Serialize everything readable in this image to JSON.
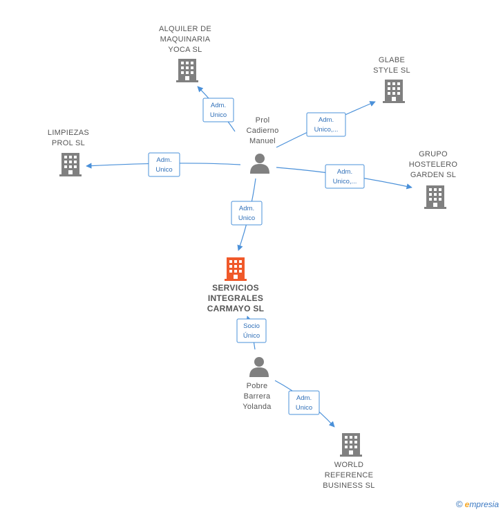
{
  "colors": {
    "building": "#808080",
    "building_main": "#f0592a",
    "person": "#808080",
    "edge": "#4a90d9"
  },
  "nodes": [
    {
      "id": "alquiler",
      "kind": "company",
      "lines": [
        "ALQUILER DE",
        "MAQUINARIA",
        "YOCA SL"
      ]
    },
    {
      "id": "glabe",
      "kind": "company",
      "lines": [
        "GLABE",
        "STYLE SL"
      ]
    },
    {
      "id": "limpiezas",
      "kind": "company",
      "lines": [
        "LIMPIEZAS",
        "PROL SL"
      ]
    },
    {
      "id": "grupo",
      "kind": "company",
      "lines": [
        "GRUPO",
        "HOSTELERO",
        "GARDEN SL"
      ]
    },
    {
      "id": "prol",
      "kind": "person",
      "lines": [
        "Prol",
        "Cadierno",
        "Manuel"
      ]
    },
    {
      "id": "servicios",
      "kind": "company-main",
      "lines": [
        "SERVICIOS",
        "INTEGRALES",
        "CARMAYO SL"
      ]
    },
    {
      "id": "pobre",
      "kind": "person",
      "lines": [
        "Pobre",
        "Barrera",
        "Yolanda"
      ]
    },
    {
      "id": "world",
      "kind": "company",
      "lines": [
        "WORLD",
        "REFERENCE",
        "BUSINESS SL"
      ]
    }
  ],
  "edges": [
    {
      "id": "prol-alquiler",
      "lines": [
        "Adm.",
        "Unico"
      ]
    },
    {
      "id": "prol-glabe",
      "lines": [
        "Adm.",
        "Unico,..."
      ]
    },
    {
      "id": "prol-limpiezas",
      "lines": [
        "Adm.",
        "Unico"
      ]
    },
    {
      "id": "prol-grupo",
      "lines": [
        "Adm.",
        "Unico,..."
      ]
    },
    {
      "id": "prol-servicios",
      "lines": [
        "Adm.",
        "Unico"
      ]
    },
    {
      "id": "pobre-servicios",
      "lines": [
        "Socio",
        "Único"
      ]
    },
    {
      "id": "pobre-world",
      "lines": [
        "Adm.",
        "Unico"
      ]
    }
  ],
  "footer": {
    "copyright_symbol": "©",
    "brand_initial": "e",
    "brand_rest": "mpresia"
  }
}
